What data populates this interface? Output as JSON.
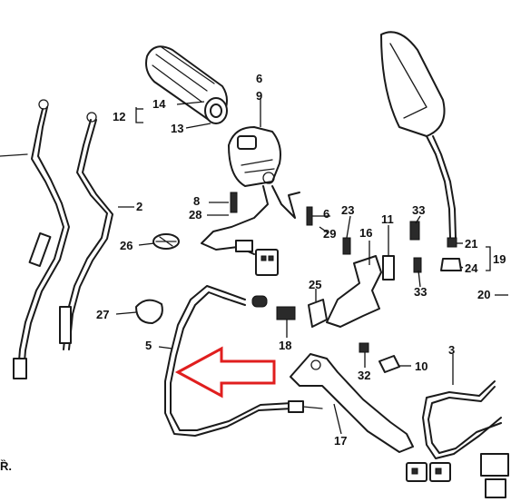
{
  "labels": [
    {
      "id": "14",
      "text": "14"
    },
    {
      "id": "12",
      "text": "12"
    },
    {
      "id": "13",
      "text": "13"
    },
    {
      "id": "6",
      "text": "6"
    },
    {
      "id": "9",
      "text": "9"
    },
    {
      "id": "2",
      "text": "2"
    },
    {
      "id": "8",
      "text": "8"
    },
    {
      "id": "28",
      "text": "28"
    },
    {
      "id": "23",
      "text": "23"
    },
    {
      "id": "6b",
      "text": "6"
    },
    {
      "id": "29",
      "text": "29"
    },
    {
      "id": "11",
      "text": "11"
    },
    {
      "id": "16",
      "text": "16"
    },
    {
      "id": "33a",
      "text": "33"
    },
    {
      "id": "21",
      "text": "21"
    },
    {
      "id": "24",
      "text": "24"
    },
    {
      "id": "19",
      "text": "19"
    },
    {
      "id": "26",
      "text": "26"
    },
    {
      "id": "33b",
      "text": "33"
    },
    {
      "id": "20",
      "text": "20"
    },
    {
      "id": "27",
      "text": "27"
    },
    {
      "id": "25",
      "text": "25"
    },
    {
      "id": "5",
      "text": "5"
    },
    {
      "id": "18",
      "text": "18"
    },
    {
      "id": "3",
      "text": "3"
    },
    {
      "id": "32",
      "text": "32"
    },
    {
      "id": "10",
      "text": "10"
    },
    {
      "id": "17",
      "text": "17"
    },
    {
      "id": "edge",
      "text": "Ȑ."
    }
  ],
  "colors": {
    "ink": "#1a1a1a",
    "highlight_arrow": "#e01e1e",
    "background": "#ffffff"
  }
}
